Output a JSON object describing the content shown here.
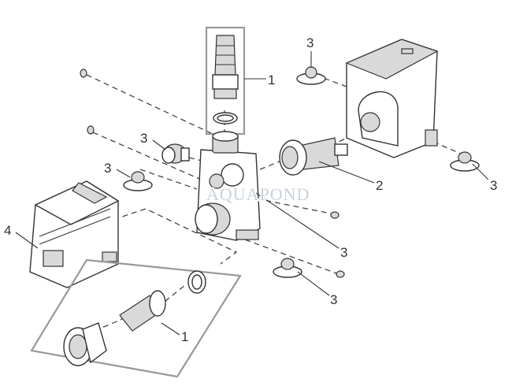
{
  "diagram": {
    "title": "Pond pump exploded parts view",
    "watermark": "AQUAPOND",
    "callouts": {
      "outlet_adapter": "1",
      "suction_cup_top": "3",
      "end_cap": "3",
      "suction_cup_left": "3",
      "rotor": "2",
      "suction_cup_right": "3",
      "prefilter_cover": "4",
      "screw": "3",
      "suction_cup_bottom": "3",
      "hose_adapter_set": "1"
    }
  }
}
